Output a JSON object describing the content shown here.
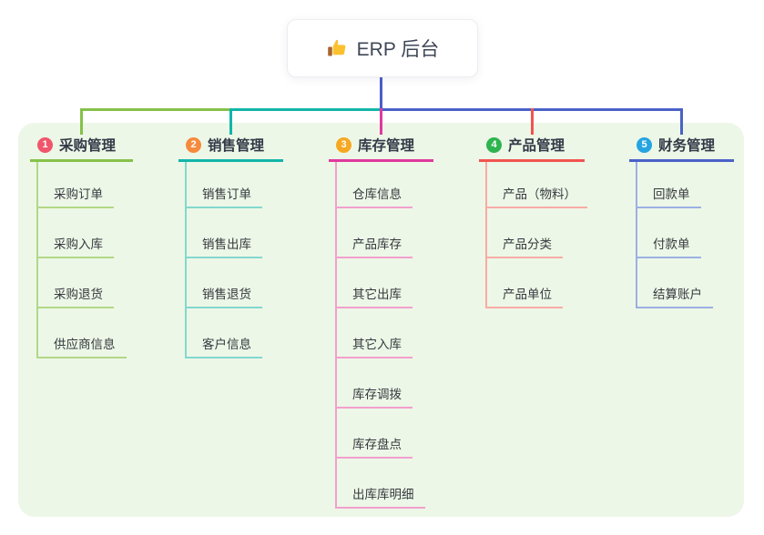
{
  "root": {
    "icon": "thumbs-up-icon",
    "label": "ERP 后台"
  },
  "colors": {
    "trunk": "#4a5fc9",
    "panel_bg": "#edf7e7",
    "card_bg": "#ffffff"
  },
  "branches": [
    {
      "badge": "1",
      "label": "采购管理",
      "badge_color": "#f0566b",
      "line_color": "#85c14a",
      "child_line_color": "#b2d887",
      "children": [
        "采购订单",
        "采购入库",
        "采购退货",
        "供应商信息"
      ]
    },
    {
      "badge": "2",
      "label": "销售管理",
      "badge_color": "#f68a3c",
      "line_color": "#12b5a9",
      "child_line_color": "#82d8cf",
      "children": [
        "销售订单",
        "销售出库",
        "销售退货",
        "客户信息"
      ]
    },
    {
      "badge": "3",
      "label": "库存管理",
      "badge_color": "#f7a822",
      "line_color": "#e0399e",
      "child_line_color": "#f2a0ce",
      "children": [
        "仓库信息",
        "产品库存",
        "其它出库",
        "其它入库",
        "库存调拨",
        "库存盘点",
        "出库库明细"
      ]
    },
    {
      "badge": "4",
      "label": "产品管理",
      "badge_color": "#2eb44f",
      "line_color": "#f15450",
      "child_line_color": "#f8aba6",
      "children": [
        "产品（物料）",
        "产品分类",
        "产品单位"
      ]
    },
    {
      "badge": "5",
      "label": "财务管理",
      "badge_color": "#25a4e1",
      "line_color": "#4a62c8",
      "child_line_color": "#9cb0e4",
      "children": [
        "回款单",
        "付款单",
        "结算账户"
      ]
    }
  ]
}
